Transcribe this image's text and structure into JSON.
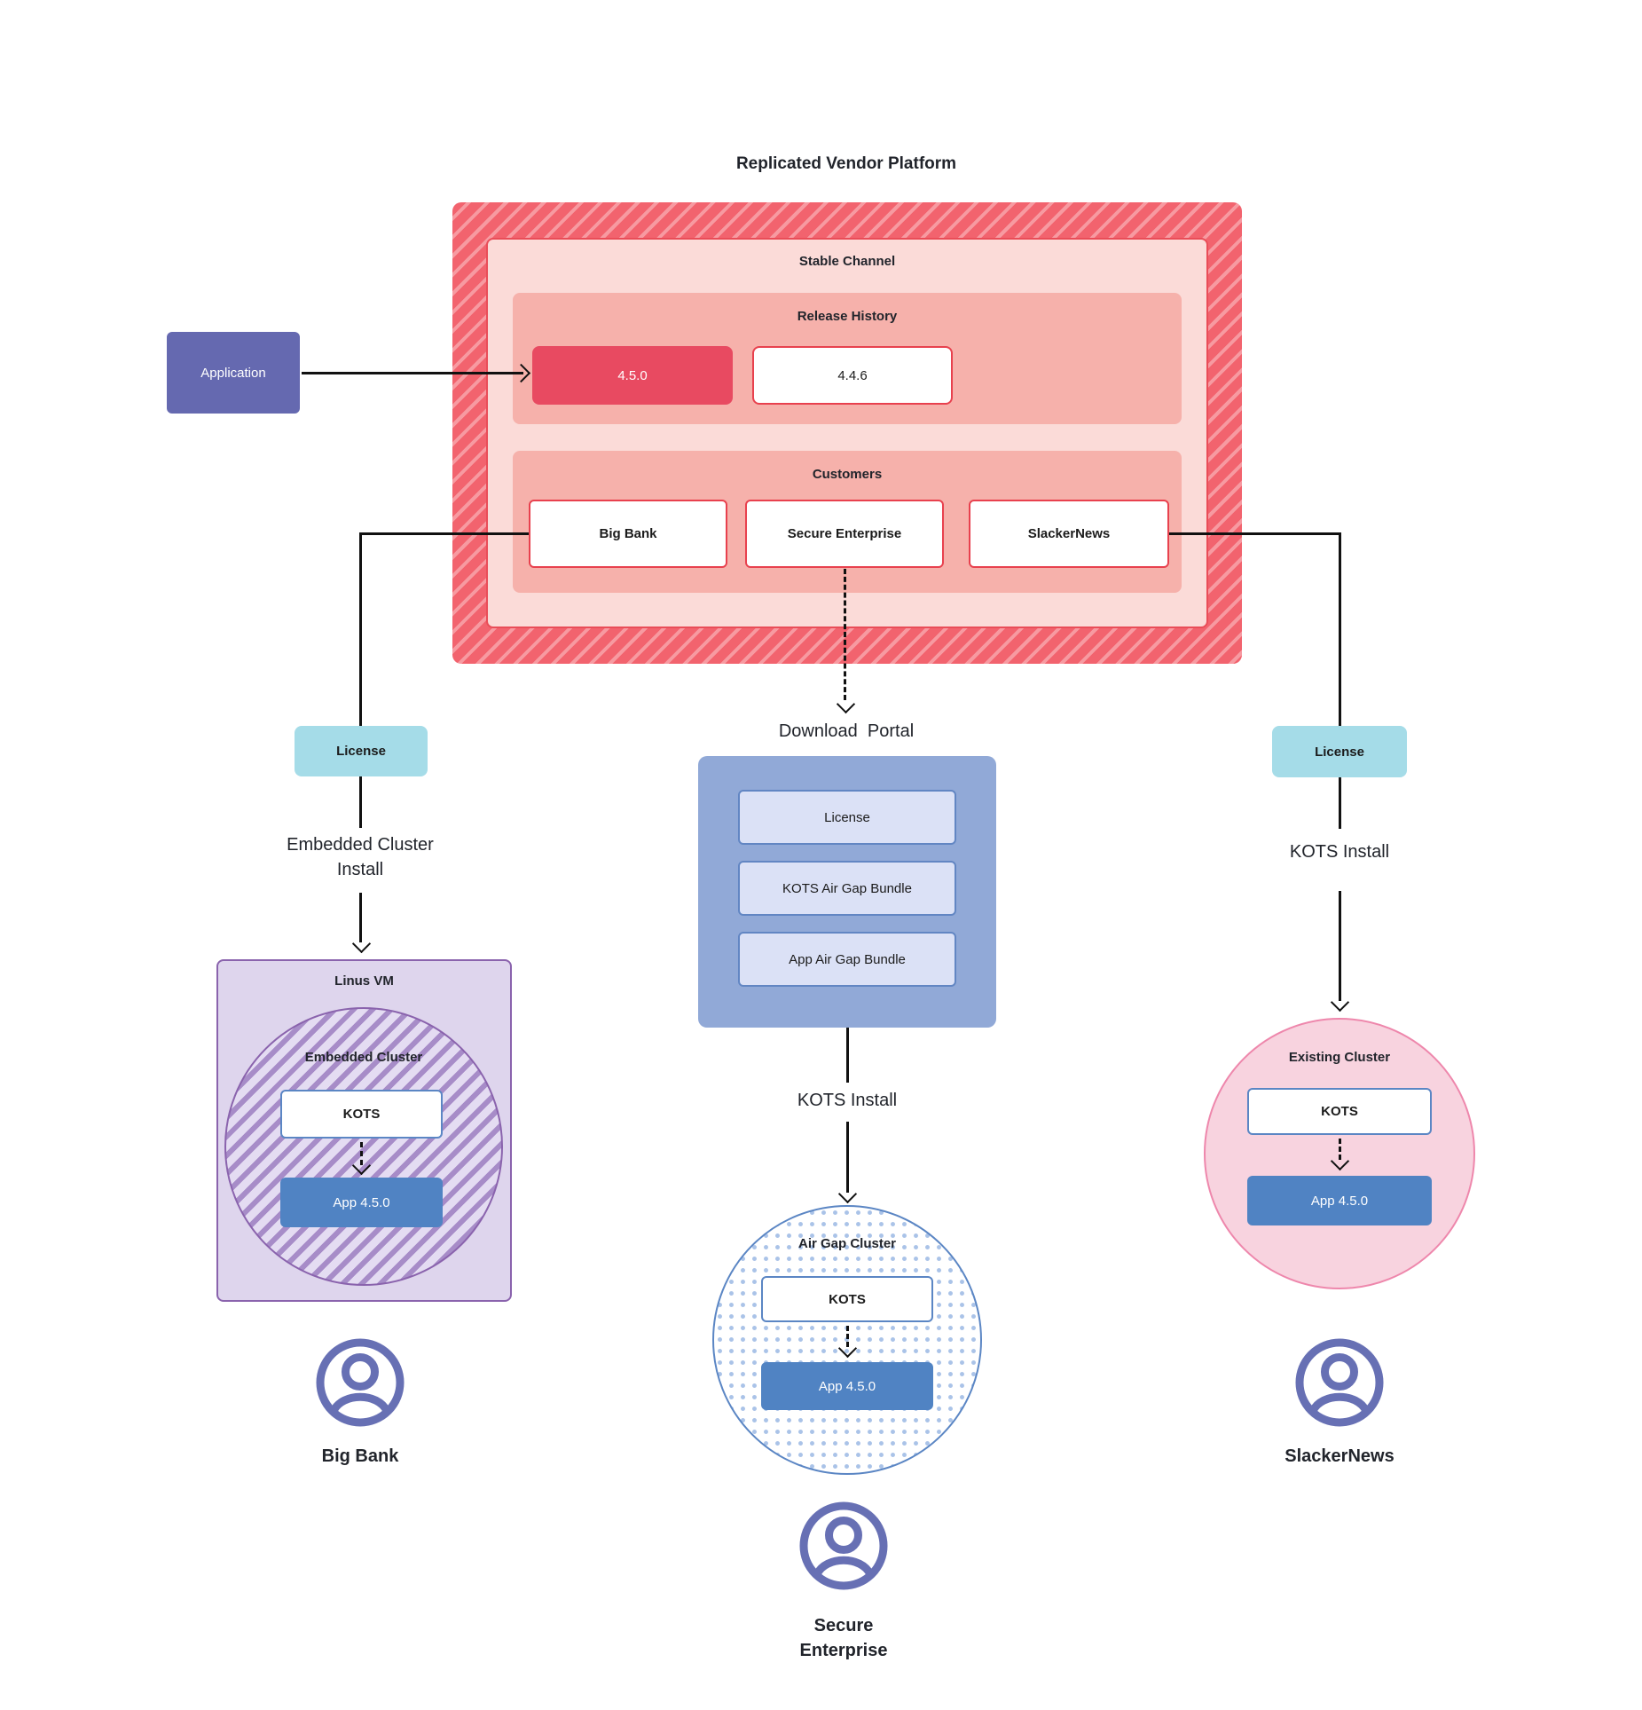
{
  "title": "Replicated Vendor Platform",
  "colors": {
    "hatch_red_base": "#f2636e",
    "hatch_red_stripe": "#f79aa1",
    "stable_channel_fill": "#fbdbd8",
    "stable_channel_border": "#e94d58",
    "section_fill": "#f6b1ab",
    "release_highlight_fill": "#e84a61",
    "red_border": "#e8414e",
    "application_fill": "#6569b0",
    "license_fill": "#a5dce8",
    "portal_fill": "#91a9d7",
    "bundle_fill": "#dbe1f6",
    "bundle_border": "#6286c3",
    "vm_fill": "#ded5ed",
    "vm_border": "#8a63ad",
    "purple_hatch_stripe": "#a78cc8",
    "kots_border": "#5b86c4",
    "app_box_fill": "#5083c3",
    "airgap_dot": "#aac3e8",
    "existing_cluster_fill": "#f8d3df",
    "existing_cluster_border": "#ee87ac",
    "persona_icon": "#6770b4",
    "line": "#111111"
  },
  "platform": {
    "stable_channel_label": "Stable Channel",
    "release_history_label": "Release History",
    "releases": [
      "4.5.0",
      "4.4.6"
    ],
    "customers_label": "Customers",
    "customers": [
      "Big Bank",
      "Secure Enterprise",
      "SlackerNews"
    ]
  },
  "application_label": "Application",
  "left": {
    "license_label": "License",
    "install_label_line1": "Embedded Cluster",
    "install_label_line2": "Install",
    "vm_label": "Linus VM",
    "cluster_label": "Embedded Cluster",
    "kots_label": "KOTS",
    "app_label": "App 4.5.0",
    "persona_label": "Big Bank"
  },
  "center": {
    "portal_title": "Download  Portal",
    "portal_items": [
      "License",
      "KOTS Air Gap Bundle",
      "App Air Gap Bundle"
    ],
    "install_label": "KOTS Install",
    "cluster_label": "Air Gap Cluster",
    "kots_label": "KOTS",
    "app_label": "App 4.5.0",
    "persona_label_line1": "Secure",
    "persona_label_line2": "Enterprise"
  },
  "right": {
    "license_label": "License",
    "install_label": "KOTS Install",
    "cluster_label": "Existing Cluster",
    "kots_label": "KOTS",
    "app_label": "App 4.5.0",
    "persona_label": "SlackerNews"
  }
}
